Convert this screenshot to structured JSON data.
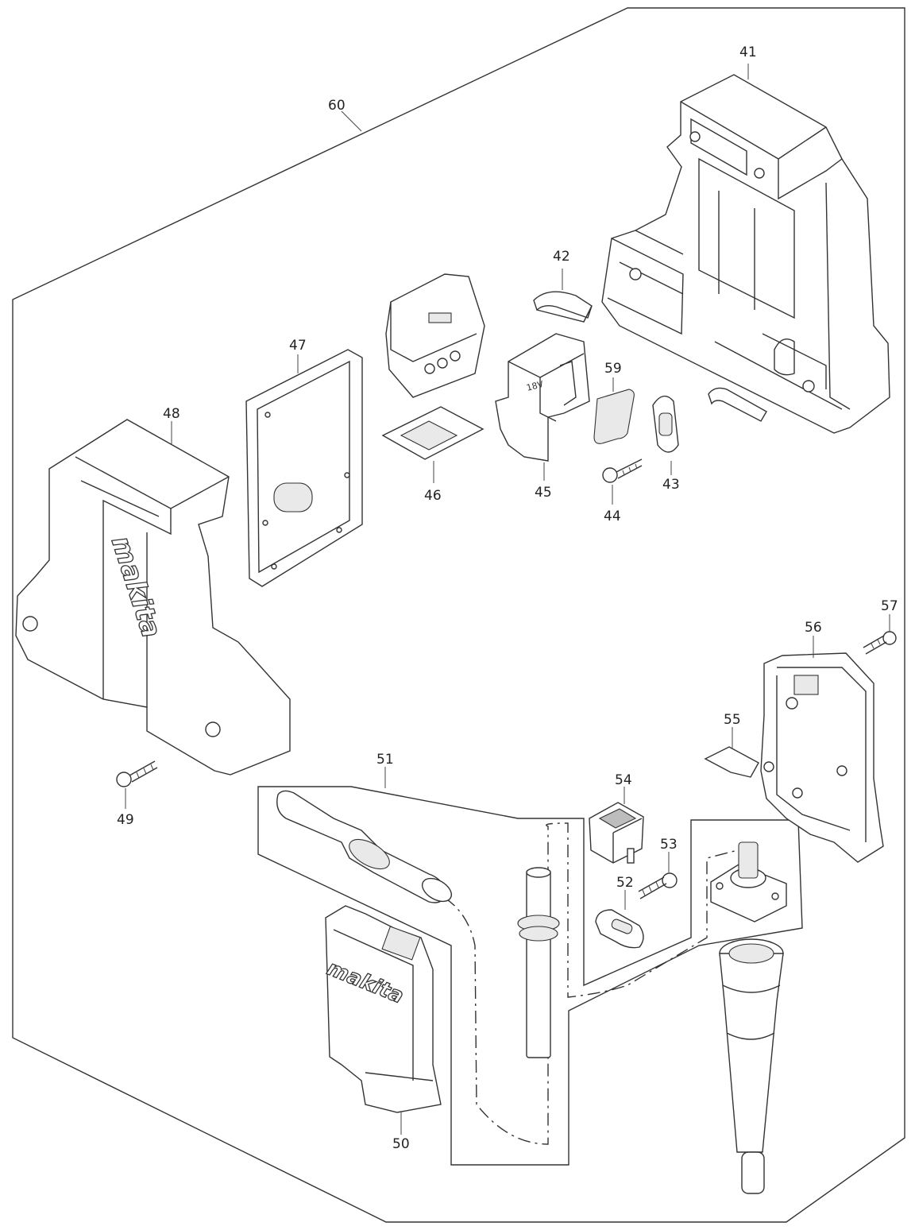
{
  "diagram": {
    "part_labels": [
      "41",
      "42",
      "43",
      "44",
      "45",
      "46",
      "47",
      "48",
      "49",
      "50",
      "51",
      "52",
      "53",
      "54",
      "55",
      "56",
      "57",
      "59",
      "60"
    ],
    "logo_text": "makita",
    "voltage_marking": "18V"
  },
  "colors": {
    "line": "#333333",
    "background": "#ffffff",
    "shade": "#e9e9e9"
  }
}
